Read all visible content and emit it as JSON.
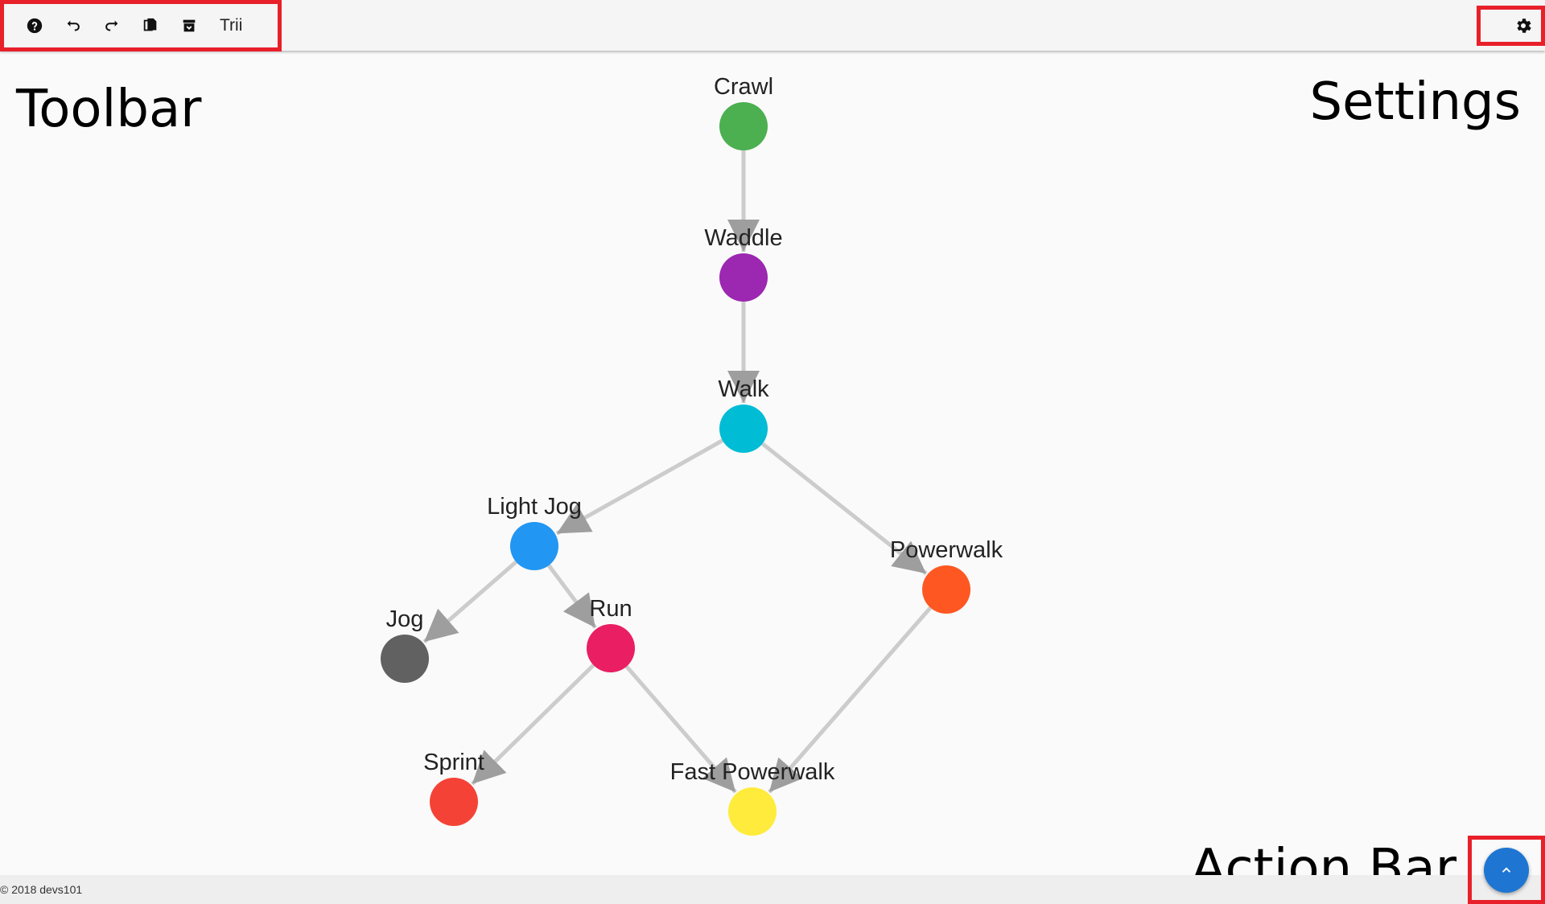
{
  "toolbar": {
    "app_title": "Trii",
    "buttons": [
      {
        "name": "help",
        "icon": "help-circle-icon"
      },
      {
        "name": "undo",
        "icon": "undo-icon"
      },
      {
        "name": "redo",
        "icon": "redo-icon"
      },
      {
        "name": "copy",
        "icon": "copy-icon"
      },
      {
        "name": "archive",
        "icon": "archive-icon"
      }
    ]
  },
  "settings": {
    "icon": "gear-icon"
  },
  "annotations": {
    "toolbar": "Toolbar",
    "settings": "Settings",
    "action_bar": "Action Bar"
  },
  "footer": {
    "copyright": "© 2018 devs101"
  },
  "action_bar": {
    "icon": "chevron-up-icon",
    "color": "#1e76d2"
  },
  "graph": {
    "edge_color": "#cccccc",
    "nodes": [
      {
        "id": "crawl",
        "label": "Crawl",
        "color": "#4caf50"
      },
      {
        "id": "waddle",
        "label": "Waddle",
        "color": "#9c27b0"
      },
      {
        "id": "walk",
        "label": "Walk",
        "color": "#00bcd4"
      },
      {
        "id": "lightjog",
        "label": "Light Jog",
        "color": "#2196f3"
      },
      {
        "id": "powerwalk",
        "label": "Powerwalk",
        "color": "#ff5722"
      },
      {
        "id": "jog",
        "label": "Jog",
        "color": "#616161"
      },
      {
        "id": "run",
        "label": "Run",
        "color": "#e91e63"
      },
      {
        "id": "sprint",
        "label": "Sprint",
        "color": "#f44336"
      },
      {
        "id": "fastpowerwalk",
        "label": "Fast Powerwalk",
        "color": "#ffeb3b"
      }
    ],
    "edges": [
      [
        "crawl",
        "waddle"
      ],
      [
        "waddle",
        "walk"
      ],
      [
        "walk",
        "lightjog"
      ],
      [
        "walk",
        "powerwalk"
      ],
      [
        "lightjog",
        "jog"
      ],
      [
        "lightjog",
        "run"
      ],
      [
        "run",
        "sprint"
      ],
      [
        "run",
        "fastpowerwalk"
      ],
      [
        "powerwalk",
        "fastpowerwalk"
      ]
    ]
  }
}
